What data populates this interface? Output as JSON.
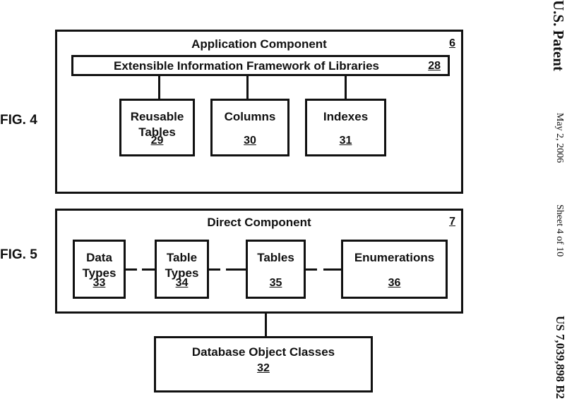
{
  "fig4": {
    "label": "FIG. 4",
    "outer": {
      "title": "Application Component",
      "ref": "6"
    },
    "framework": {
      "title": "Extensible Information Framework of Libraries",
      "ref": "28"
    },
    "boxes": [
      {
        "label": "Reusable Tables",
        "ref": "29"
      },
      {
        "label": "Columns",
        "ref": "30"
      },
      {
        "label": "Indexes",
        "ref": "31"
      }
    ]
  },
  "fig5": {
    "label": "FIG. 5",
    "outer": {
      "title": "Direct Component",
      "ref": "7"
    },
    "boxes": [
      {
        "label": "Data Types",
        "ref": "33"
      },
      {
        "label": "Table Types",
        "ref": "34"
      },
      {
        "label": "Tables",
        "ref": "35"
      },
      {
        "label": "Enumerations",
        "ref": "36"
      }
    ],
    "db": {
      "title": "Database Object Classes",
      "ref": "32"
    }
  },
  "margin": {
    "patent": "U.S. Patent",
    "date": "May 2, 2006",
    "sheet": "Sheet 4 of 10",
    "number": "US 7,039,898 B2"
  }
}
